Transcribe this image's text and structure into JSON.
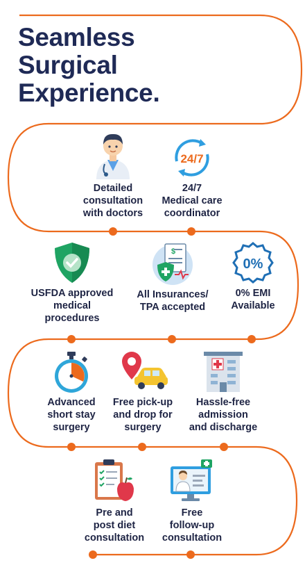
{
  "title": {
    "line1": "Seamless",
    "line2": "Surgical",
    "line3": "Experience."
  },
  "colors": {
    "accent": "#ec6a1d",
    "navy": "#1f2a56",
    "green": "#1fa463",
    "blue": "#1f6fb5"
  },
  "rows": [
    [
      {
        "icon": "doctor-icon",
        "label": "Detailed\nconsultation\nwith doctors"
      },
      {
        "icon": "24-7-icon",
        "icon_text": "24/7",
        "label": "24/7\nMedical care\ncoordinator"
      }
    ],
    [
      {
        "icon": "shield-check-icon",
        "label": "USFDA approved\nmedical\nprocedures"
      },
      {
        "icon": "insurance-document-icon",
        "icon_text": "$",
        "label": "All Insurances/\nTPA accepted"
      },
      {
        "icon": "zero-percent-badge-icon",
        "icon_text": "0%",
        "label": "0% EMI\nAvailable"
      }
    ],
    [
      {
        "icon": "stopwatch-icon",
        "label": "Advanced\nshort stay\nsurgery"
      },
      {
        "icon": "taxi-location-icon",
        "label": "Free pick-up\nand drop for\nsurgery"
      },
      {
        "icon": "hospital-building-icon",
        "label": "Hassle-free\nadmission\nand discharge"
      }
    ],
    [
      {
        "icon": "diet-clipboard-apple-icon",
        "label": "Pre and\npost diet\nconsultation"
      },
      {
        "icon": "online-doctor-monitor-icon",
        "label": "Free\nfollow-up\nconsultation"
      }
    ]
  ]
}
